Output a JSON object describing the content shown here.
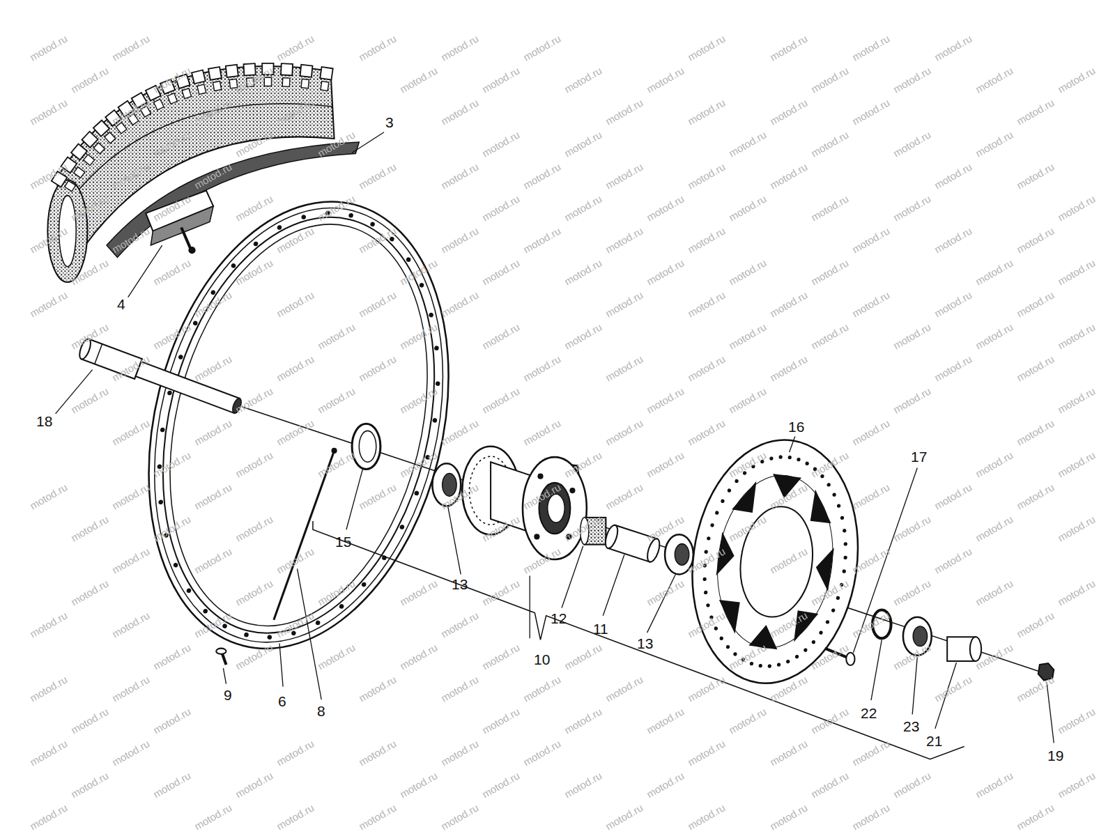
{
  "diagram": {
    "labels": [
      "3",
      "4",
      "18",
      "16",
      "17",
      "15",
      "13",
      "12",
      "11",
      "13",
      "10",
      "9",
      "6",
      "8",
      "22",
      "23",
      "21",
      "19",
      "motod.ru",
      "motod.ru",
      "motod.ru",
      "motod.ru",
      "motod.ru",
      "motod.ru",
      "motod.ru",
      "motod.ru",
      "motod.ru",
      "motod.ru",
      "motod.ru",
      "motod.ru",
      "motod.ru",
      "motod.ru",
      "motod.ru",
      "motod.ru",
      "motod.ru",
      "motod.ru",
      "motod.ru",
      "motod.ru",
      "motod.ru",
      "motod.ru",
      "motod.ru",
      "motod.ru",
      "motod.ru",
      "motod.ru",
      "motod.ru",
      "motod.ru",
      "motod.ru",
      "motod.ru",
      "motod.ru",
      "motod.ru",
      "motod.ru",
      "motod.ru",
      "motod.ru",
      "motod.ru",
      "motod.ru",
      "motod.ru",
      "motod.ru",
      "motod.ru",
      "motod.ru",
      "motod.ru",
      "motod.ru",
      "motod.ru",
      "motod.ru",
      "motod.ru",
      "motod.ru",
      "motod.ru",
      "motod.ru",
      "motod.ru",
      "motod.ru",
      "motod.ru",
      "motod.ru",
      "motod.ru",
      "motod.ru",
      "motod.ru",
      "motod.ru",
      "motod.ru",
      "motod.ru",
      "motod.ru",
      "motod.ru",
      "motod.ru",
      "motod.ru",
      "motod.ru",
      "motod.ru",
      "motod.ru",
      "motod.ru",
      "motod.ru",
      "motod.ru",
      "motod.ru",
      "motod.ru",
      "motod.ru",
      "motod.ru",
      "motod.ru",
      "motod.ru",
      "motod.ru",
      "motod.ru",
      "motod.ru",
      "motod.ru",
      "motod.ru",
      "motod.ru",
      "motod.ru",
      "motod.ru",
      "motod.ru",
      "motod.ru",
      "motod.ru",
      "motod.ru",
      "motod.ru",
      "motod.ru",
      "motod.ru",
      "motod.ru",
      "motod.ru",
      "motod.ru",
      "motod.ru",
      "motod.ru",
      "motod.ru",
      "motod.ru",
      "motod.ru",
      "motod.ru",
      "motod.ru",
      "motod.ru",
      "motod.ru",
      "motod.ru",
      "motod.ru",
      "motod.ru",
      "motod.ru",
      "motod.ru",
      "motod.ru",
      "motod.ru",
      "motod.ru",
      "motod.ru",
      "motod.ru",
      "motod.ru",
      "motod.ru",
      "motod.ru",
      "motod.ru",
      "motod.ru",
      "motod.ru",
      "motod.ru",
      "motod.ru",
      "motod.ru",
      "motod.ru",
      "motod.ru",
      "motod.ru",
      "motod.ru",
      "motod.ru",
      "motod.ru",
      "motod.ru",
      "motod.ru",
      "motod.ru",
      "motod.ru",
      "motod.ru",
      "motod.ru",
      "motod.ru",
      "motod.ru",
      "motod.ru",
      "motod.ru",
      "motod.ru",
      "motod.ru",
      "motod.ru",
      "motod.ru",
      "motod.ru",
      "motod.ru",
      "motod.ru",
      "motod.ru",
      "motod.ru",
      "motod.ru",
      "motod.ru",
      "motod.ru",
      "motod.ru",
      "motod.ru",
      "motod.ru",
      "motod.ru",
      "motod.ru",
      "motod.ru",
      "motod.ru",
      "motod.ru",
      "motod.ru",
      "motod.ru",
      "motod.ru",
      "motod.ru",
      "motod.ru",
      "motod.ru",
      "motod.ru",
      "motod.ru",
      "motod.ru",
      "motod.ru",
      "motod.ru",
      "motod.ru",
      "motod.ru",
      "motod.ru",
      "motod.ru",
      "motod.ru",
      "motod.ru",
      "motod.ru",
      "motod.ru",
      "motod.ru",
      "motod.ru",
      "motod.ru",
      "motod.ru",
      "motod.ru",
      "motod.ru",
      "motod.ru",
      "motod.ru",
      "motod.ru",
      "motod.ru",
      "motod.ru",
      "motod.ru",
      "motod.ru",
      "motod.ru",
      "motod.ru",
      "motod.ru",
      "motod.ru",
      "motod.ru",
      "motod.ru",
      "motod.ru",
      "motod.ru",
      "motod.ru",
      "motod.ru",
      "motod.ru",
      "motod.ru",
      "motod.ru",
      "motod.ru",
      "motod.ru",
      "motod.ru",
      "motod.ru",
      "motod.ru",
      "motod.ru",
      "motod.ru",
      "motod.ru",
      "motod.ru",
      "motod.ru",
      "motod.ru",
      "motod.ru",
      "motod.ru",
      "motod.ru",
      "motod.ru",
      "motod.ru",
      "motod.ru",
      "motod.ru",
      "motod.ru",
      "motod.ru",
      "motod.ru",
      "motod.ru",
      "motod.ru",
      "motod.ru",
      "motod.ru",
      "motod.ru",
      "motod.ru",
      "motod.ru",
      "motod.ru",
      "motod.ru",
      "motod.ru",
      "motod.ru",
      "motod.ru",
      "motod.ru",
      "motod.ru",
      "motod.ru",
      "motod.ru",
      "motod.ru",
      "motod.ru",
      "motod.ru",
      "motod.ru",
      "motod.ru",
      "motod.ru",
      "motod.ru",
      "motod.ru",
      "motod.ru",
      "motod.ru",
      "motod.ru"
    ]
  }
}
